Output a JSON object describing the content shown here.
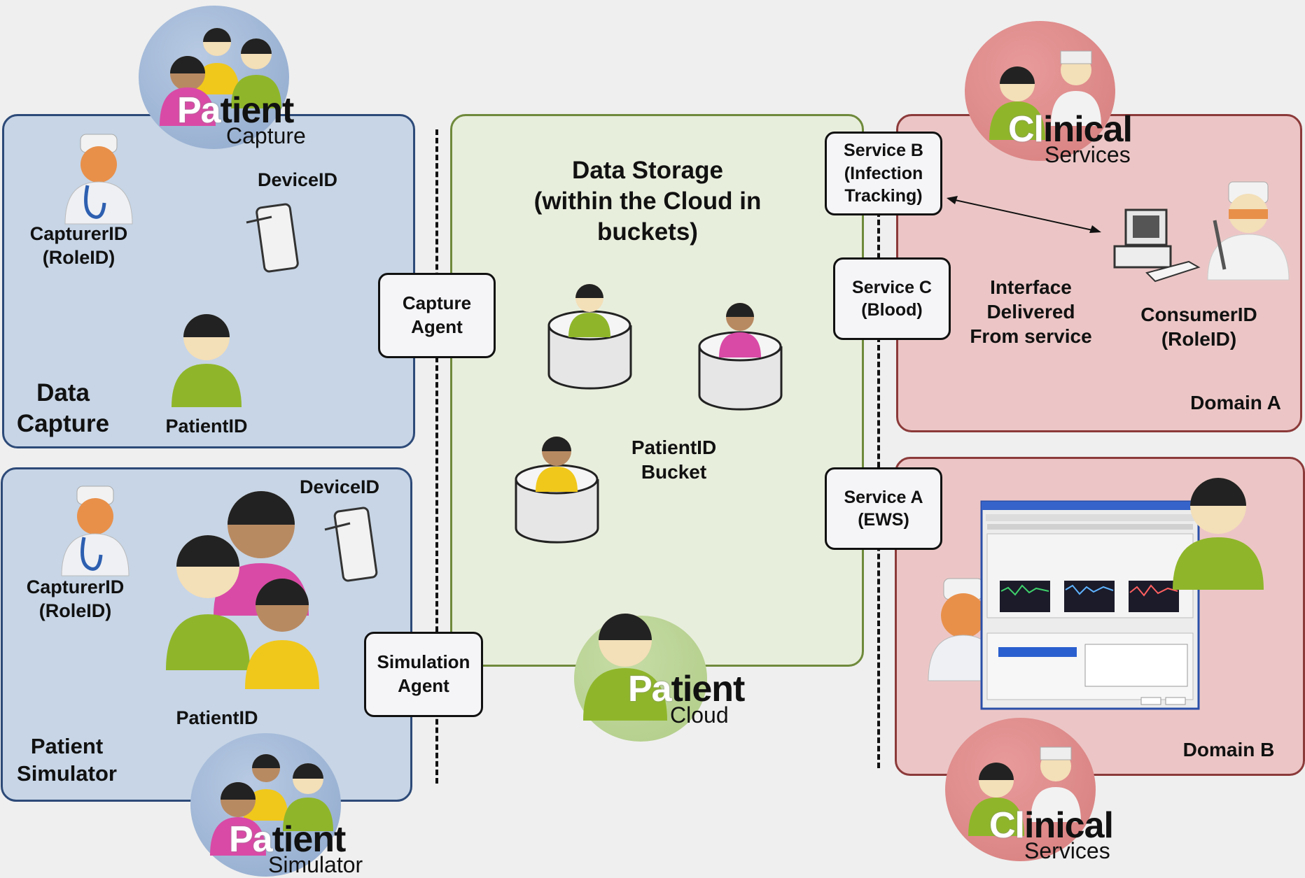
{
  "logos": {
    "patient_capture": {
      "highlight": "Pa",
      "rest": "tient",
      "sub": "Capture"
    },
    "patient_simulator": {
      "highlight": "Pa",
      "rest": "tient",
      "sub": "Simulator"
    },
    "patient_cloud": {
      "highlight": "Pa",
      "rest": "tient",
      "sub": "Cloud"
    },
    "clinical_services_a": {
      "highlight": "Cl",
      "rest": "inical",
      "sub": "Services"
    },
    "clinical_services_b": {
      "highlight": "Cl",
      "rest": "inical",
      "sub": "Services"
    }
  },
  "data_capture": {
    "title": "Data\nCapture",
    "capturer": "CapturerID\n(RoleID)",
    "device": "DeviceID",
    "patient": "PatientID"
  },
  "patient_simulator": {
    "title": "Patient\nSimulator",
    "capturer": "CapturerID\n(RoleID)",
    "device": "DeviceID",
    "patient": "PatientID"
  },
  "agents": {
    "capture": "Capture\nAgent",
    "simulation": "Simulation\nAgent"
  },
  "storage": {
    "title": "Data Storage\n(within the Cloud in\nbuckets)",
    "bucket_label": "PatientID\nBucket"
  },
  "services": {
    "b": "Service B\n(Infection\nTracking)",
    "c": "Service C\n(Blood)",
    "a": "Service A\n(EWS)"
  },
  "domain_a": {
    "label": "Domain A",
    "interface": "Interface\nDelivered\nFrom service",
    "consumer": "ConsumerID\n(RoleID)"
  },
  "domain_b": {
    "label": "Domain B"
  },
  "colors": {
    "capture_panel": "#c7d5e6",
    "storage_panel": "#e8eedc",
    "domain_panel": "#ecc6c6",
    "green_person": "#8fb62a",
    "pink_person": "#d94aa6",
    "yellow_person": "#f0c81c"
  }
}
